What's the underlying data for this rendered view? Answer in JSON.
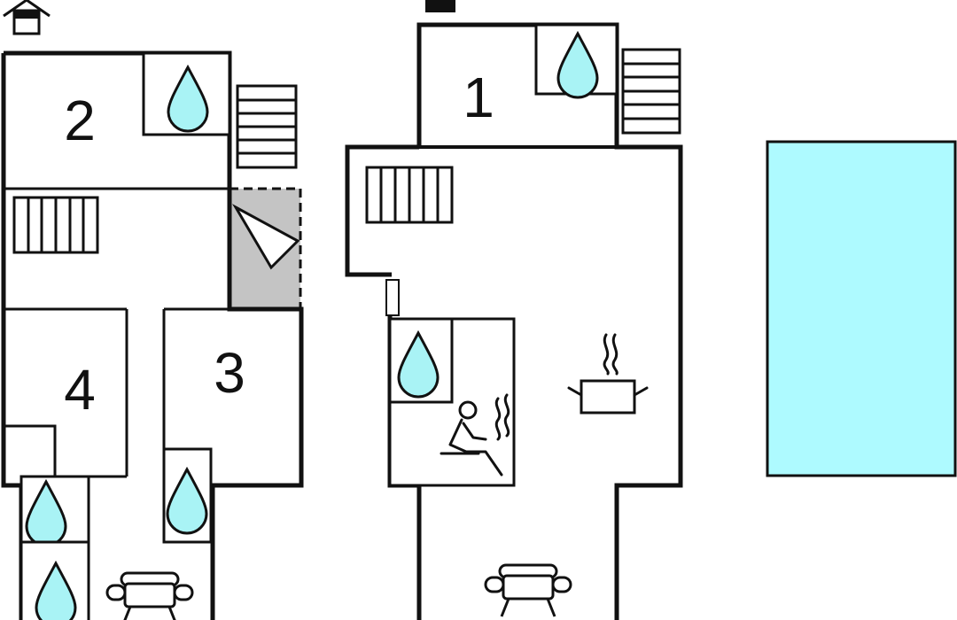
{
  "rooms": [
    {
      "id": "room-1",
      "label": "1"
    },
    {
      "id": "room-2",
      "label": "2"
    },
    {
      "id": "room-3",
      "label": "3"
    },
    {
      "id": "room-4",
      "label": "4"
    }
  ],
  "colors": {
    "wall": "#111111",
    "water": "#a9f3f5",
    "pool": "#aefaff",
    "balcony": "#c4c4c4",
    "background": "#ffffff"
  },
  "icons": [
    "house-icon",
    "water-drop-icon",
    "stairs-icon",
    "door-arrow-icon",
    "sauna-person-icon",
    "cooking-pot-icon",
    "armchair-icon",
    "pool-icon"
  ]
}
